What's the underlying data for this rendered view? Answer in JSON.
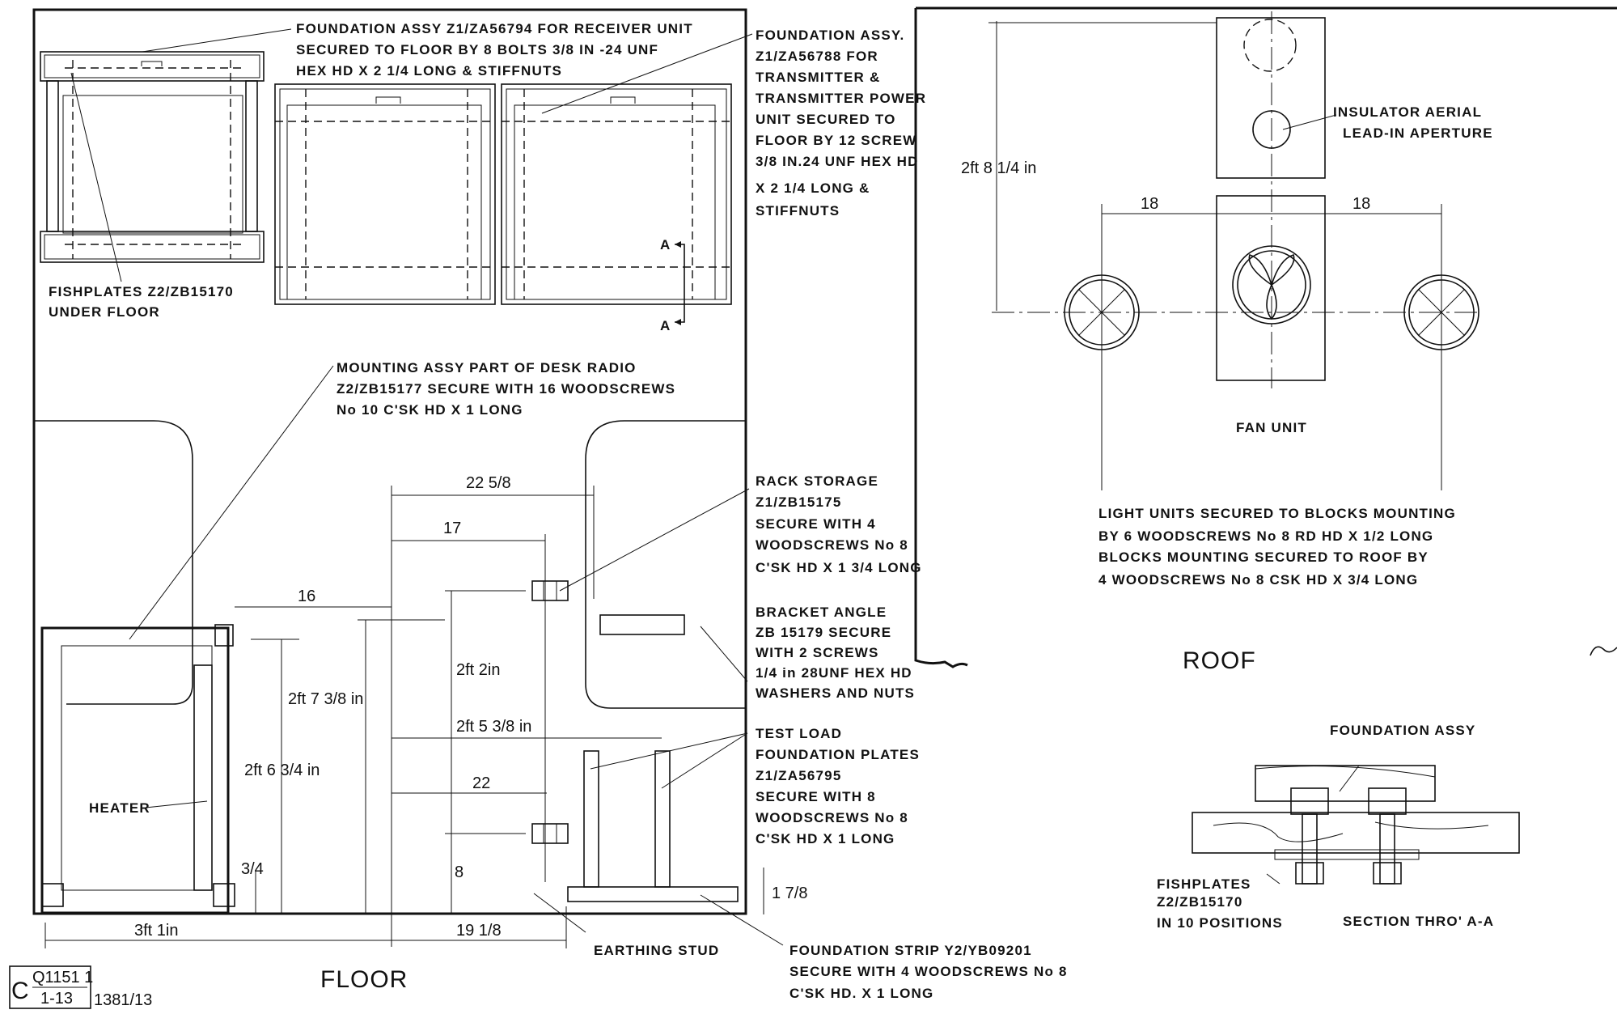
{
  "drawing": {
    "floor_title": "FLOOR",
    "roof_title": "ROOF",
    "section_title": "SECTION THRO' A-A",
    "title_block": {
      "ref_top": "Q1151 1",
      "ref_bottom": "1-13",
      "prefix": "C",
      "sheet": "1381/13"
    }
  },
  "floor_notes": {
    "foundation_receiver": [
      "FOUNDATION ASSY Z1/ZA56794    FOR RECEIVER UNIT",
      "SECURED TO FLOOR BY 8 BOLTS  3/8 IN -24 UNF",
      "HEX HD X 2 1/4 LONG & STIFFNUTS"
    ],
    "foundation_transmitter": [
      "FOUNDATION ASSY.",
      "Z1/ZA56788 FOR",
      "TRANSMITTER &",
      "TRANSMITTER POWER",
      "UNIT SECURED TO",
      "FLOOR BY 12 SCREW",
      "3/8 IN.24 UNF HEX HD",
      "X 2 1/4 LONG &",
      "STIFFNUTS"
    ],
    "fishplates": [
      "FISHPLATES Z2/ZB15170",
      "UNDER FLOOR"
    ],
    "mounting_assy": [
      "MOUNTING ASSY PART OF DESK RADIO",
      "Z2/ZB15177 SECURE WITH 16 WOODSCREWS",
      "No 10 C'SK HD X 1 LONG"
    ],
    "rack_storage": [
      "RACK STORAGE",
      "Z1/ZB15175",
      "SECURE WITH 4",
      "WOODSCREWS No 8",
      "C'SK HD X 1 3/4 LONG"
    ],
    "bracket_angle": [
      "BRACKET ANGLE",
      "ZB 15179 SECURE",
      "WITH 2 SCREWS",
      "1/4 in 28UNF HEX HD",
      "WASHERS AND NUTS"
    ],
    "test_load": [
      "TEST LOAD",
      "FOUNDATION PLATES",
      "Z1/ZA56795",
      "SECURE WITH 8",
      "WOODSCREWS No 8",
      "C'SK HD X 1 LONG"
    ],
    "heater": "HEATER",
    "earthing_stud": "EARTHING STUD",
    "foundation_strip": [
      "FOUNDATION STRIP Y2/YB09201",
      "SECURE WITH 4 WOODSCREWS No 8",
      "C'SK HD. X 1 LONG"
    ],
    "section_marker": "A"
  },
  "floor_dims": {
    "d22_5_8": "22 5/8",
    "d17": "17",
    "d16": "16",
    "d2ft2": "2ft 2in",
    "d2ft7": "2ft 7 3/8 in",
    "d2ft6": "2ft 6 3/4 in",
    "d2ft5": "2ft 5 3/8 in",
    "d22": "22",
    "d8": "8",
    "d3_4": "3/4",
    "d1_7_8": "1 7/8",
    "d3ft1": "3ft  1in",
    "d19_1_8": "19 1/8"
  },
  "roof_notes": {
    "insulator": [
      "INSULATOR AERIAL",
      "LEAD-IN APERTURE"
    ],
    "fan_unit": "FAN UNIT",
    "light_units": [
      "LIGHT UNITS SECURED TO BLOCKS MOUNTING",
      "BY 6 WOODSCREWS  No 8  RD HD X 1/2 LONG",
      "BLOCKS MOUNTING SECURED TO  ROOF BY",
      "4 WOODSCREWS  No 8 CSK HD X 3/4  LONG"
    ]
  },
  "roof_dims": {
    "height": "2ft 8 1/4 in",
    "left": "18",
    "right": "18"
  },
  "section_notes": {
    "foundation_assy": "FOUNDATION ASSY",
    "fishplates": [
      "FISHPLATES",
      "Z2/ZB15170",
      "IN 10 POSITIONS"
    ]
  }
}
